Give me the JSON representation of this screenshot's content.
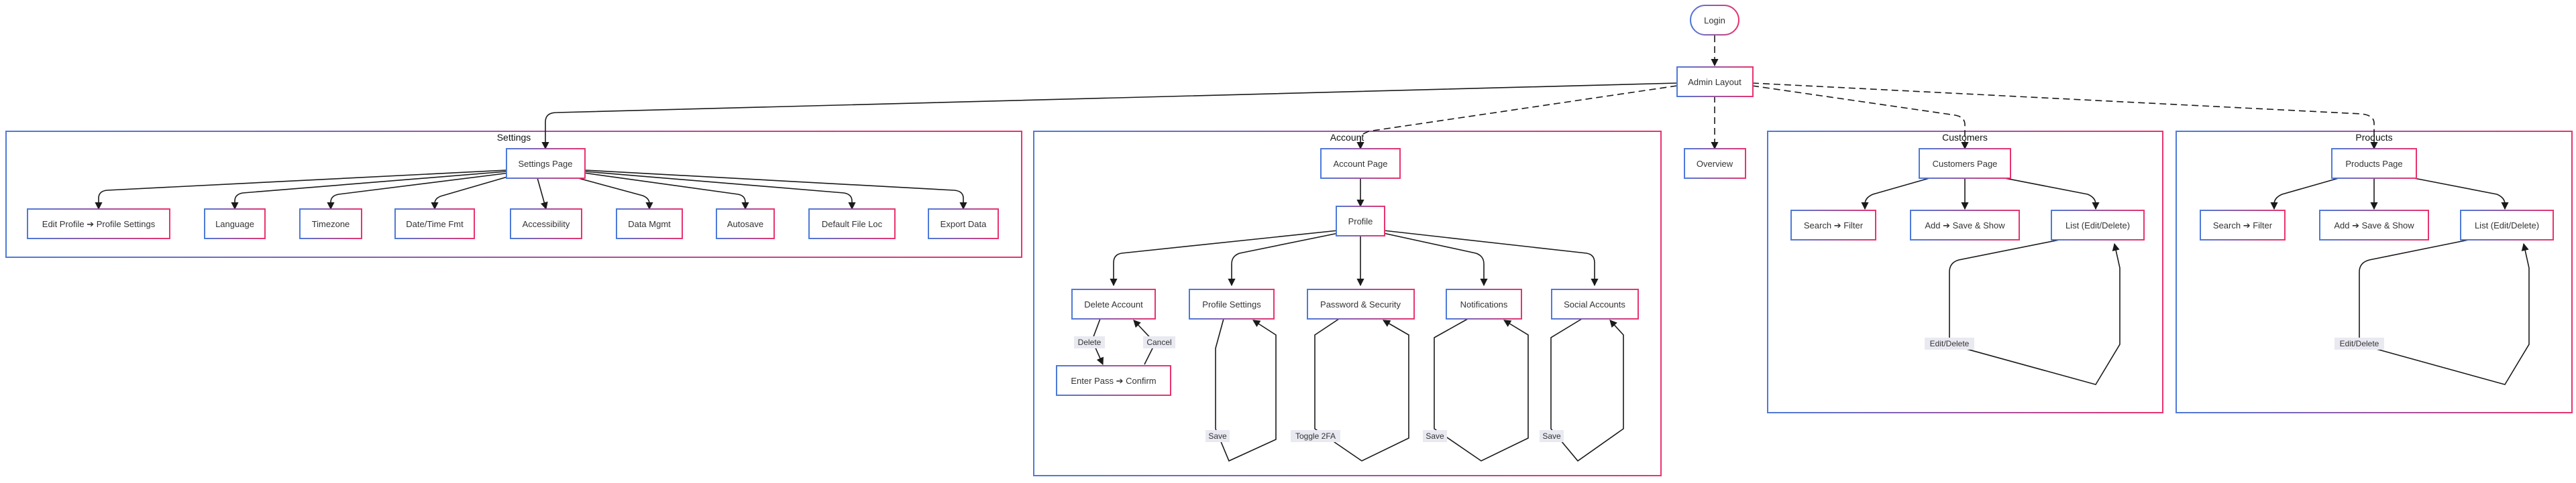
{
  "colors": {
    "border_blue": "#4d7ad9",
    "border_pink": "#e8336e",
    "edge": "#1a1a1a",
    "label_bg": "#e9e9f2"
  },
  "groups": {
    "settings": "Settings",
    "account": "Account",
    "customers": "Customers",
    "products": "Products"
  },
  "nodes": {
    "login": "Login",
    "admin_layout": "Admin Layout",
    "overview": "Overview",
    "settings_page": "Settings Page",
    "edit_profile": "Edit Profile ➔ Profile Settings",
    "language": "Language",
    "timezone": "Timezone",
    "datetime": "Date/Time Fmt",
    "accessibility": "Accessibility",
    "data_mgmt": "Data Mgmt",
    "autosave": "Autosave",
    "default_file": "Default File Loc",
    "export_data": "Export Data",
    "account_page": "Account Page",
    "profile": "Profile",
    "delete_account": "Delete Account",
    "profile_settings": "Profile Settings",
    "password_security": "Password & Security",
    "notifications": "Notifications",
    "social_accounts": "Social Accounts",
    "enter_pass": "Enter Pass ➔ Confirm",
    "customers_page": "Customers Page",
    "c_search": "Search ➔ Filter",
    "c_add": "Add ➔ Save & Show",
    "c_list": "List (Edit/Delete)",
    "products_page": "Products Page",
    "p_search": "Search ➔ Filter",
    "p_add": "Add ➔ Save & Show",
    "p_list": "List (Edit/Delete)"
  },
  "edge_labels": {
    "delete": "Delete",
    "cancel": "Cancel",
    "ps_save": "Save",
    "toggle_2fa": "Toggle 2FA",
    "notif_save": "Save",
    "social_save": "Save",
    "c_edit_delete": "Edit/Delete",
    "p_edit_delete": "Edit/Delete"
  }
}
